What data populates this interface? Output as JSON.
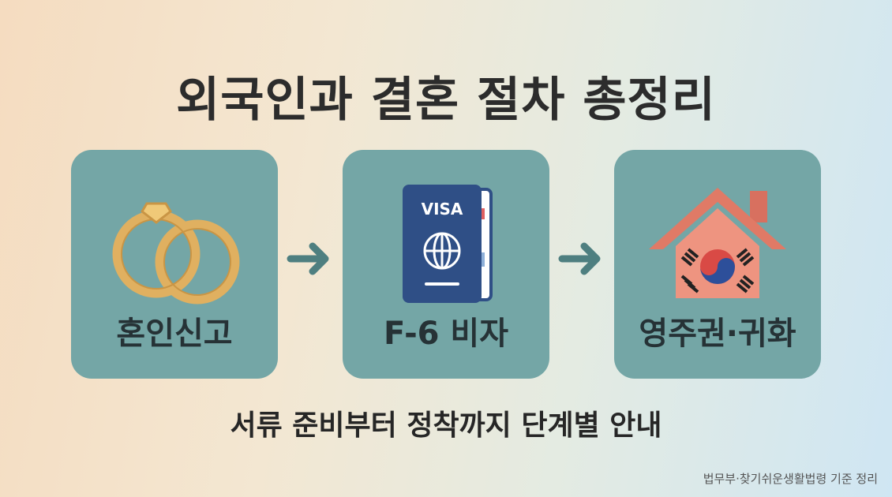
{
  "title": "외국인과 결혼 절차 총정리",
  "steps": [
    {
      "label": "혼인신고",
      "icon": "wedding-rings-icon"
    },
    {
      "label": "F-6 비자",
      "icon": "passport-visa-icon",
      "passport_text": "VISA"
    },
    {
      "label": "영주권·귀화",
      "icon": "korean-flag-house-icon"
    }
  ],
  "subtitle": "서류 준비부터 정착까지 단계별 안내",
  "footnote": "법무부·찾기쉬운생활법령 기준 정리",
  "colors": {
    "card": "#74a6a6",
    "arrow": "#4e7f80",
    "rings": "#e0b060",
    "passport": "#2f4f86",
    "house": "#e88a78"
  }
}
